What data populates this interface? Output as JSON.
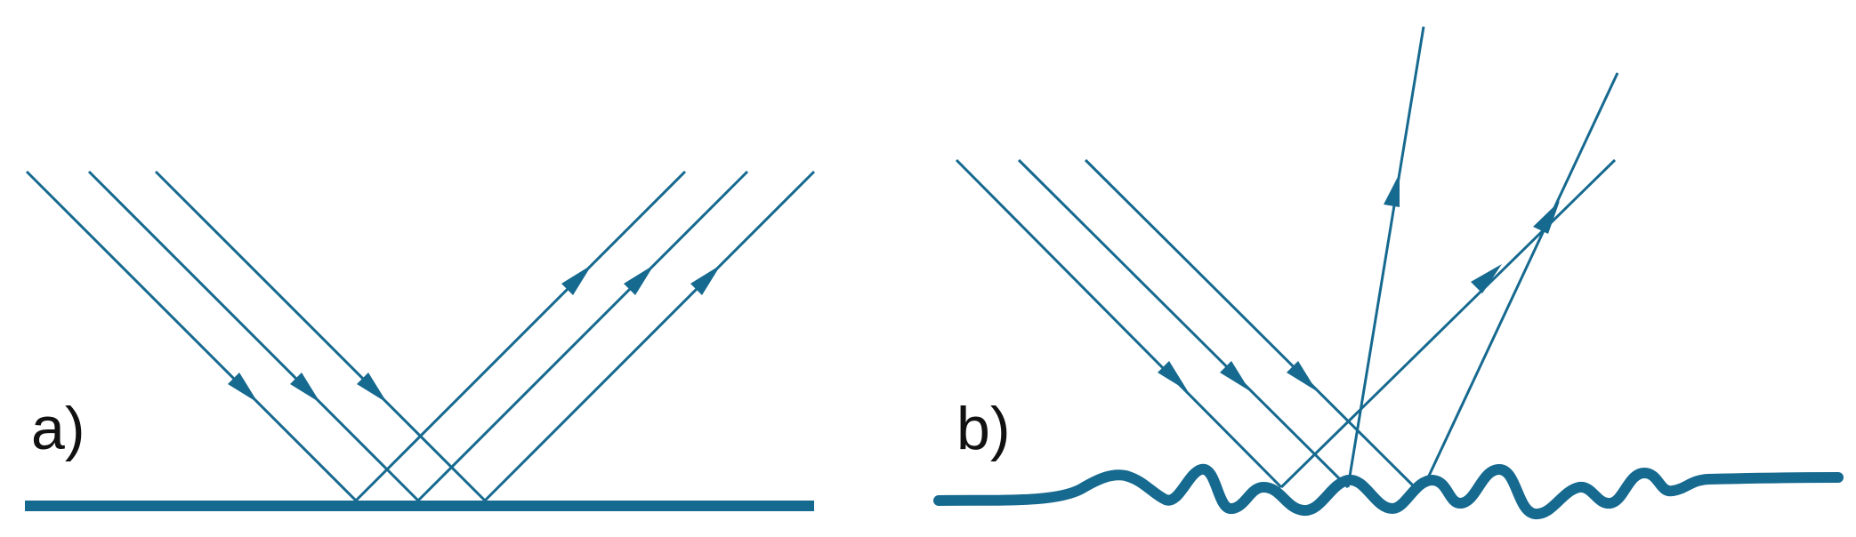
{
  "panels": [
    {
      "label": "a)",
      "surface": "smooth",
      "description_shown": false
    },
    {
      "label": "b)",
      "surface": "rough",
      "description_shown": false
    }
  ],
  "colors": {
    "ray": "#16698f",
    "surface": "#16698f",
    "text": "#111111"
  }
}
